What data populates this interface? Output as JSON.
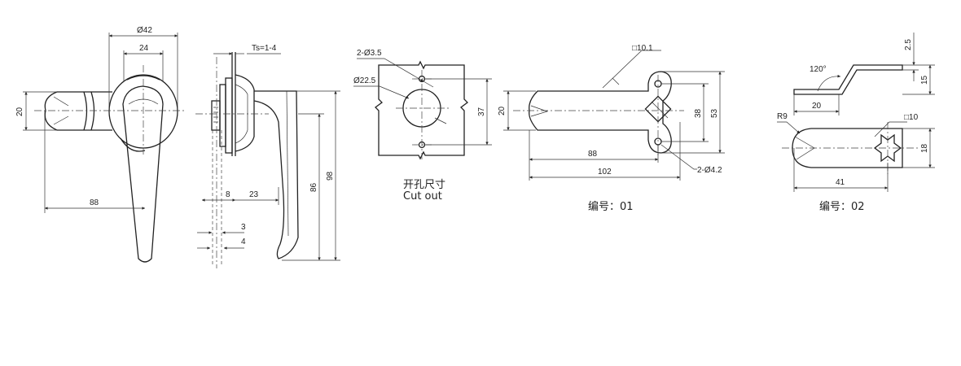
{
  "front_view": {
    "dim_dia42": "Ø42",
    "dim_24": "24",
    "dim_20": "20",
    "dim_88": "88"
  },
  "side_view": {
    "dim_ts": "Ts=1-4",
    "dim_8": "8",
    "dim_23": "23",
    "dim_86": "86",
    "dim_98": "98",
    "dim_3": "3",
    "dim_4": "4"
  },
  "cutout": {
    "dim_holes": "2-Ø3.5",
    "dim_dia": "Ø22.5",
    "dim_37": "37",
    "title_cn": "开孔尺寸",
    "title_en": "Cut out"
  },
  "cam_01": {
    "dim_sq": "□10.1",
    "dim_20": "20",
    "dim_38": "38",
    "dim_53": "53",
    "dim_88": "88",
    "dim_102": "102",
    "dim_holes": "2-Ø4.2",
    "caption": "编号：01"
  },
  "cam_02": {
    "dim_25": "2.5",
    "dim_120": "120°",
    "dim_15": "15",
    "dim_20": "20",
    "dim_r9": "R9",
    "dim_sq": "□10",
    "dim_18": "18",
    "dim_41": "41",
    "caption": "编号：02"
  }
}
